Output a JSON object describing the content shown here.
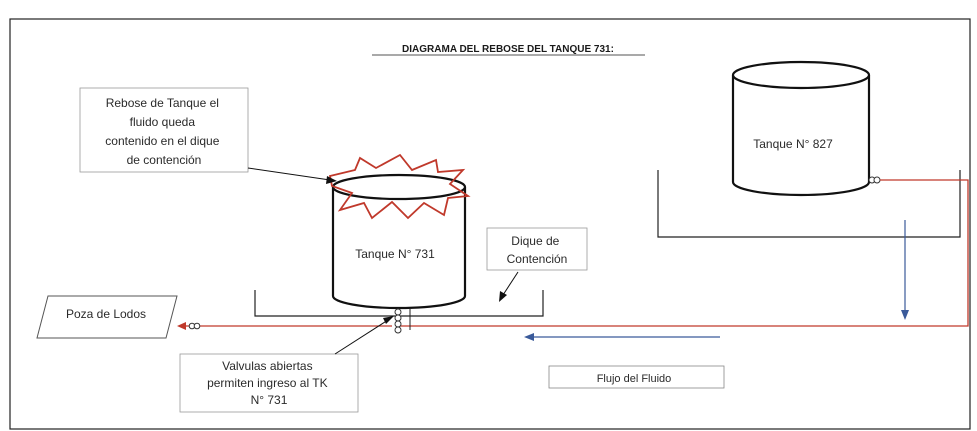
{
  "title": "DIAGRAMA DEL REBOSE DEL TANQUE 731:",
  "callouts": {
    "rebose": [
      "Rebose de Tanque el",
      "fluido queda",
      "contenido en el dique",
      "de contención"
    ],
    "dique": [
      "Dique de",
      "Contención"
    ],
    "valvulas": [
      "Valvulas abiertas",
      "permiten ingreso al TK",
      "N° 731"
    ]
  },
  "tanks": {
    "t731": "Tanque N° 731",
    "t827": "Tanque N° 827"
  },
  "poza": "Poza de Lodos",
  "flow": "Flujo del Fluido",
  "colors": {
    "pipe": "#c0392b",
    "burst": "#c0392b",
    "arrow": "#3a5a9a",
    "line": "#222222"
  }
}
